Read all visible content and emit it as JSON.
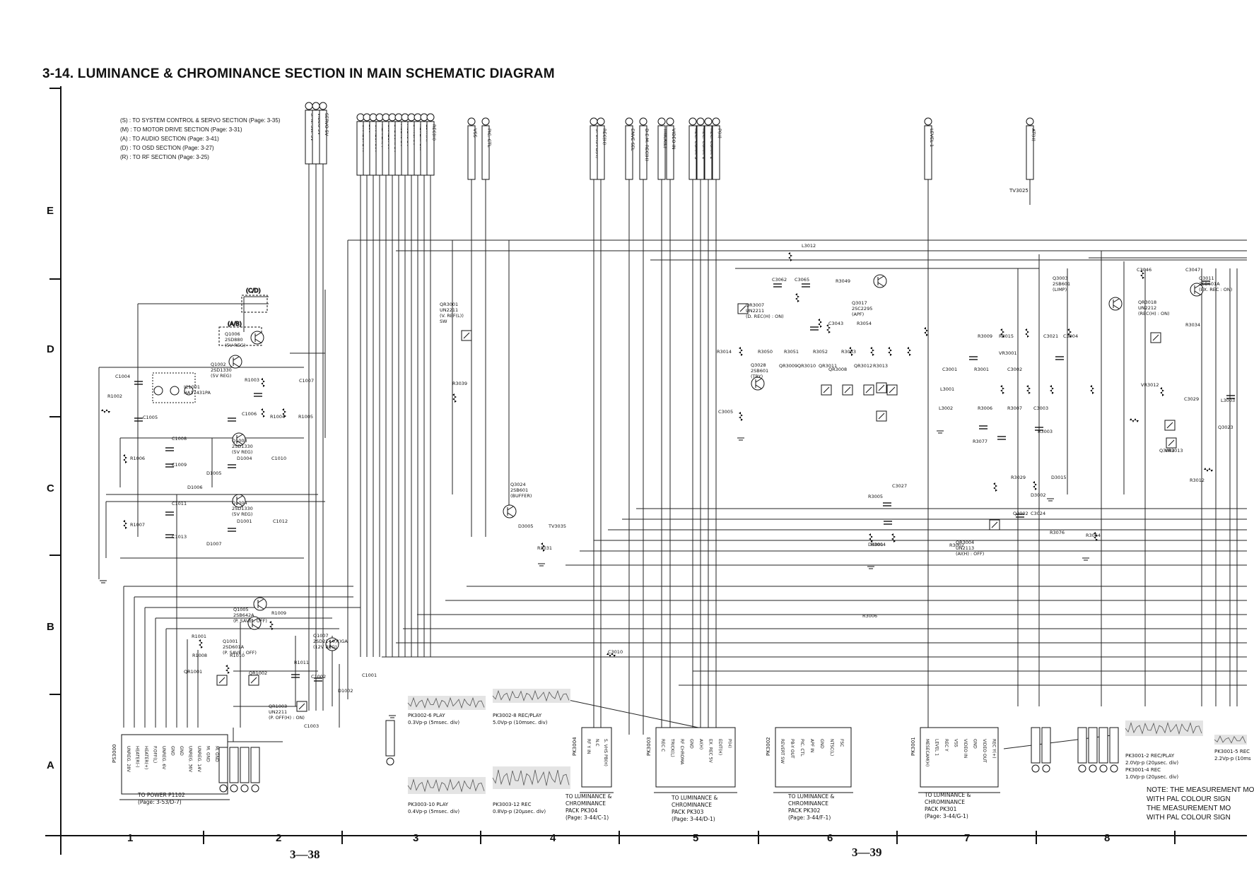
{
  "title": "3-14. LUMINANCE & CHROMINANCE SECTION IN MAIN SCHEMATIC DIAGRAM",
  "legend": [
    "(S) : TO SYSTEM CONTROL & SERVO SECTION (Page: 3-35)",
    "(M) : TO MOTOR DRIVE SECTION (Page: 3-31)",
    "(A) : TO AUDIO SECTION (Page: 3-41)",
    "(D) : TO OSD SECTION (Page: 3-27)",
    "(R) : TO RF SECTION (Page: 3-25)"
  ],
  "row_letters": [
    "E",
    "D",
    "C",
    "B",
    "A"
  ],
  "col_numbers": [
    "1",
    "2",
    "3",
    "4",
    "5",
    "6",
    "7",
    "8"
  ],
  "page_numbers": [
    "3—38",
    "3—39"
  ],
  "top_signals": {
    "group1": [
      "S. N. SW. 5V",
      "VIDEO 5V",
      "SERVO 5V"
    ],
    "group2": [
      "UNREG. 14V",
      "28V",
      "UNREG. 36V",
      "HEATER(-)",
      "UNREG. 6V",
      "STDCON. 5V",
      "AUDIO 5V",
      "AUDIO 5V",
      "SYNC. 9V",
      "REVERT SW",
      "EDIT(H)",
      "REC(H)"
    ],
    "group3": [
      "VSS",
      "PIC. CTL"
    ],
    "group4": [
      "S. VHS PB(H)",
      "REC(H)"
    ],
    "group5": [
      "ENVE SEL",
      "D.E.M. REC(H)"
    ],
    "group6": [
      "TRICK(L)",
      "VIDEO IN"
    ],
    "group7": [
      "REC. CURR. 3",
      "REC. CURR. 1",
      "REC. CURR. 2",
      "P(H)"
    ],
    "group8": [
      "LEVEL 1"
    ],
    "group9": [
      "AT(H)"
    ]
  },
  "tv_label": "TV3025",
  "section_labels": [
    "(C/D)",
    "(A/B)"
  ],
  "components": [
    {
      "ref": "Q1006",
      "lines": [
        "Q1006",
        "2SD880",
        "(5V REG)"
      ]
    },
    {
      "ref": "Q1002",
      "lines": [
        "Q1002",
        "2SD1330",
        "(5V REG)"
      ]
    },
    {
      "ref": "IC1001",
      "lines": [
        "IC1001",
        "HA17431PA"
      ]
    },
    {
      "ref": "Q1003",
      "lines": [
        "Q1003",
        "2SD1330",
        "(5V REG)"
      ]
    },
    {
      "ref": "Q1004",
      "lines": [
        "Q1004",
        "2SD1330",
        "(5V REG)"
      ]
    },
    {
      "ref": "QR3001",
      "lines": [
        "QR3001",
        "UN2211",
        "(V. REF(L))",
        "SW"
      ]
    },
    {
      "ref": "Q3024",
      "lines": [
        "Q3024",
        "2SB601",
        "(BUFFER)"
      ]
    },
    {
      "ref": "QR3007",
      "lines": [
        "QR3007",
        "UN2211",
        "(D. REC(H) : ON)"
      ]
    },
    {
      "ref": "Q3017",
      "lines": [
        "Q3017",
        "2SC2295",
        "(APF)"
      ]
    },
    {
      "ref": "Q3028",
      "lines": [
        "Q3028",
        "2SB601",
        "(TRY)"
      ]
    },
    {
      "ref": "Q3003",
      "lines": [
        "Q3003",
        "2SB601",
        "(LIMP)"
      ]
    },
    {
      "ref": "QR3018",
      "lines": [
        "QR3018",
        "UN2212",
        "(REC(H) : ON)"
      ]
    },
    {
      "ref": "Q3011",
      "lines": [
        "Q3011",
        "2SB601A",
        "(EX. REC : ON)"
      ]
    },
    {
      "ref": "Q1001",
      "lines": [
        "Q1001",
        "2SD601A",
        "(P. SAVE : OFF)"
      ]
    },
    {
      "ref": "Q1005",
      "lines": [
        "Q1005",
        "2SB642A",
        "(P. SAVE : OFF)"
      ]
    },
    {
      "ref": "Q1007",
      "lines": [
        "Q1007",
        "2SD2144(R)GA",
        "(12V REG)"
      ]
    },
    {
      "ref": "QR1003",
      "lines": [
        "QR1003",
        "UN2211",
        "(P. OFF(H) : ON)"
      ]
    },
    {
      "ref": "QR3004",
      "lines": [
        "QR3004",
        "UN2113",
        "(AI(H) : OFF)"
      ]
    }
  ],
  "connectors": [
    {
      "ref": "PS3000",
      "caption": [
        "TO POWER P1102",
        "(Page: 3-53/D-7)"
      ],
      "pins": [
        "UNREG. 28V",
        "HEATER(-)",
        "HEATER(+)",
        "P.OFF(L)",
        "UNREG. 6V",
        "GND",
        "GND",
        "UNREG. 36V",
        "UNREG. 14V",
        "M. GND",
        "M. GND"
      ]
    },
    {
      "ref": "PK3004",
      "caption": [
        "TO LUMINANCE &",
        "CHROMINANCE",
        "PACK PK304",
        "(Page: 3-44/C-1)"
      ],
      "pins": [
        "RF Y IN",
        "N.C",
        "S. VHS PB(H)"
      ]
    },
    {
      "ref": "PK3003",
      "caption": [
        "TO LUMINANCE &",
        "CHROMINANCE",
        "PACK PK303",
        "(Page: 3-44/D-1)"
      ],
      "pins": [
        "REC C",
        "TRICK(L)",
        "RF CHROMA",
        "GND",
        "AI(H)",
        "EX. REC 5V",
        "EDIT(H)",
        "P(H)"
      ]
    },
    {
      "ref": "PK3002",
      "caption": [
        "TO LUMINANCE &",
        "CHROMINANCE",
        "PACK PK302",
        "(Page: 3-44/F-1)"
      ],
      "pins": [
        "REVERT SW",
        "PB-Y OUT",
        "PIC. CTL",
        "APF IN",
        "GND",
        "NTSC(L)",
        "FSC"
      ]
    },
    {
      "ref": "PK3001",
      "caption": [
        "TO LUMINANCE &",
        "CHROMINANCE",
        "PACK PK301",
        "(Page: 3-44/G-1)"
      ],
      "pins": [
        "MESECAM(H)",
        "LEVEL 1",
        "REC Y",
        "VSS",
        "VIDEO IN",
        "GND",
        "VIDEO OUT",
        "REC Y(+)"
      ]
    }
  ],
  "waveforms": [
    {
      "label": "PK3002-6 PLAY",
      "spec": "0.3Vp-p (5msec. div)"
    },
    {
      "label": "PK3002-8 REC/PLAY",
      "spec": "5.0Vp-p (10msec. div)"
    },
    {
      "label": "PK3003-10 PLAY",
      "spec": "0.4Vp-p (5msec. div)"
    },
    {
      "label": "PK3003-12 REC",
      "spec": "0.8Vp-p (20μsec. div)"
    },
    {
      "label": "PK3001-2 REC/PLAY",
      "spec": "2.0Vp-p (20μsec. div)"
    },
    {
      "label": "PK3001-4 REC",
      "spec": "1.0Vp-p (20μsec. div)"
    },
    {
      "label": "PK3001-5 REC",
      "spec": "2.2Vp-p (10ms"
    }
  ],
  "note": [
    "NOTE: THE MEASUREMENT MO",
    "WITH PAL COLOUR SIGN",
    "THE MEASUREMENT MO",
    "WITH PAL COLOUR SIGN"
  ],
  "part_labels": [
    "C1004",
    "R1002",
    "C1005",
    "R1003",
    "C1007",
    "C1006",
    "R1004",
    "R1005",
    "C1008",
    "R1006",
    "C1009",
    "D1004",
    "D1005",
    "C1010",
    "D1006",
    "C1011",
    "R1007",
    "C1013",
    "D1001",
    "D1007",
    "C1012",
    "R1009",
    "R1001",
    "R1008",
    "R1010",
    "QR1001",
    "QR1002",
    "R1011",
    "C1002",
    "C1003",
    "D1002",
    "C1001",
    "R3039",
    "R3031",
    "D3005",
    "TV3035",
    "L3012",
    "C3062",
    "C3065",
    "R3049",
    "C3043",
    "R3054",
    "R3014",
    "R3050",
    "R3051",
    "R3052",
    "R3053",
    "QR3008",
    "QR3009",
    "QR3010",
    "QR3011",
    "QR3012",
    "R3013",
    "C3005",
    "C3027",
    "R3005",
    "R3004",
    "D3001",
    "R3002",
    "R3009",
    "R3015",
    "C3021",
    "C3004",
    "VR3001",
    "C3001",
    "R3001",
    "L3001",
    "L3002",
    "R3006",
    "R3007",
    "C3003",
    "R3003",
    "C3002",
    "R3077",
    "R3029",
    "D3015",
    "D3002",
    "C3024",
    "Q3002",
    "R3076",
    "R3064",
    "C3046",
    "C3047",
    "R3034",
    "VR3012",
    "C3029",
    "L3003",
    "Q3023",
    "Q3002",
    "VR3013",
    "R3012",
    "C3010",
    "R3006"
  ]
}
